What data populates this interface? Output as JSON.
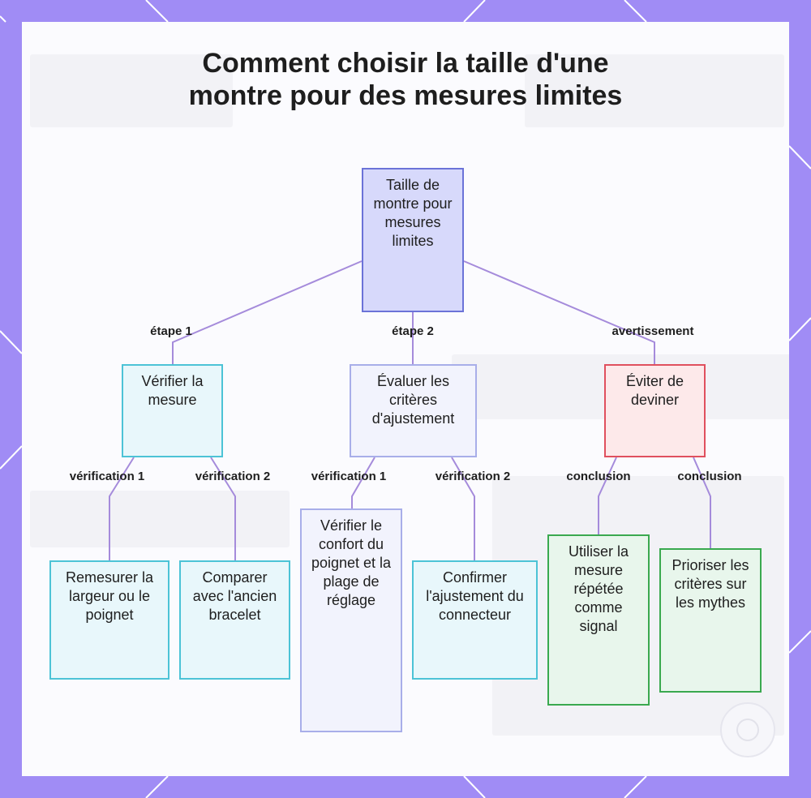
{
  "title": {
    "line1": "Comment choisir la taille d'une",
    "line2": "montre pour des mesures limites"
  },
  "colors": {
    "frame": "#a08cf5",
    "edge": "#a58bdb",
    "root_fill": "#d7d9fb",
    "root_border": "#6b73d8",
    "step_fill": "#e8f7fb",
    "step_border": "#4cc3d6",
    "warning_fill": "#fde9ea",
    "warning_border": "#e0505e",
    "conclusion_fill": "#e8f6ec",
    "conclusion_border": "#3aa94f"
  },
  "diagram": {
    "root": {
      "label": "Taille de montre pour mesures limites"
    },
    "branches": [
      {
        "edge_label": "étape 1",
        "node": {
          "label": "Vérifier la mesure"
        },
        "children": [
          {
            "edge_label": "vérification 1",
            "node": {
              "label": "Remesurer la largeur ou le poignet"
            }
          },
          {
            "edge_label": "vérification 2",
            "node": {
              "label": "Comparer avec l'ancien bracelet"
            }
          }
        ]
      },
      {
        "edge_label": "étape 2",
        "node": {
          "label": "Évaluer les critères d'ajustement"
        },
        "children": [
          {
            "edge_label": "vérification 1",
            "node": {
              "label": "Vérifier le confort du poignet et la plage de réglage"
            }
          },
          {
            "edge_label": "vérification 2",
            "node": {
              "label": "Confirmer l'ajustement du connecteur"
            }
          }
        ]
      },
      {
        "edge_label": "avertissement",
        "node": {
          "label": "Éviter de deviner"
        },
        "children": [
          {
            "edge_label": "conclusion",
            "node": {
              "label": "Utiliser la mesure répétée comme signal"
            }
          },
          {
            "edge_label": "conclusion",
            "node": {
              "label": "Prioriser les critères sur les mythes"
            }
          }
        ]
      }
    ]
  }
}
